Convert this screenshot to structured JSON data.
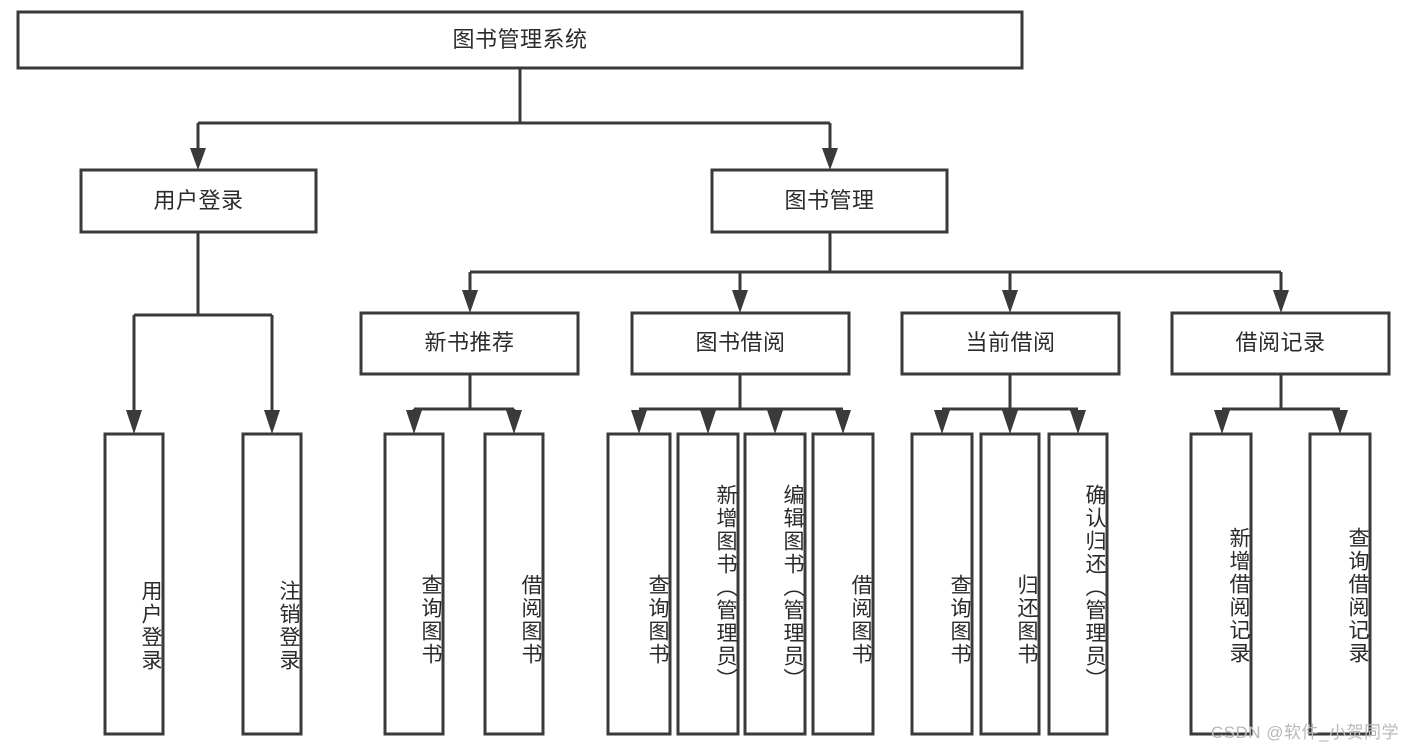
{
  "diagram": {
    "type": "tree-hierarchy",
    "title": "图书管理系统",
    "root": {
      "id": "root",
      "label": "图书管理系统",
      "orientation": "horizontal"
    },
    "level2": [
      {
        "id": "user-login",
        "label": "用户登录",
        "orientation": "horizontal"
      },
      {
        "id": "book-management",
        "label": "图书管理",
        "orientation": "horizontal"
      }
    ],
    "level3": [
      {
        "id": "new-book-recommend",
        "label": "新书推荐",
        "orientation": "horizontal",
        "parent": "book-management"
      },
      {
        "id": "book-borrow",
        "label": "图书借阅",
        "orientation": "horizontal",
        "parent": "book-management"
      },
      {
        "id": "current-borrow",
        "label": "当前借阅",
        "orientation": "horizontal",
        "parent": "book-management"
      },
      {
        "id": "borrow-record",
        "label": "借阅记录",
        "orientation": "horizontal",
        "parent": "book-management"
      }
    ],
    "leaves": [
      {
        "id": "leaf-user-login",
        "label": "用户登录",
        "orientation": "vertical",
        "parent": "user-login"
      },
      {
        "id": "leaf-user-logout",
        "label": "注销登录",
        "orientation": "vertical",
        "parent": "user-login"
      },
      {
        "id": "leaf-query-book-1",
        "label": "查询图书",
        "orientation": "vertical",
        "parent": "new-book-recommend"
      },
      {
        "id": "leaf-borrow-book-1",
        "label": "借阅图书",
        "orientation": "vertical",
        "parent": "new-book-recommend"
      },
      {
        "id": "leaf-query-book-2",
        "label": "查询图书",
        "orientation": "vertical",
        "parent": "book-borrow"
      },
      {
        "id": "leaf-add-book",
        "label": "新增图书（管理员）",
        "orientation": "vertical",
        "parent": "book-borrow"
      },
      {
        "id": "leaf-edit-book",
        "label": "编辑图书（管理员）",
        "orientation": "vertical",
        "parent": "book-borrow"
      },
      {
        "id": "leaf-borrow-book-2",
        "label": "借阅图书",
        "orientation": "vertical",
        "parent": "book-borrow"
      },
      {
        "id": "leaf-query-book-3",
        "label": "查询图书",
        "orientation": "vertical",
        "parent": "current-borrow"
      },
      {
        "id": "leaf-return-book",
        "label": "归还图书",
        "orientation": "vertical",
        "parent": "current-borrow"
      },
      {
        "id": "leaf-confirm-return",
        "label": "确认归还（管理员）",
        "orientation": "vertical",
        "parent": "current-borrow"
      },
      {
        "id": "leaf-add-record",
        "label": "新增借阅记录",
        "orientation": "vertical",
        "parent": "borrow-record"
      },
      {
        "id": "leaf-query-record",
        "label": "查询借阅记录",
        "orientation": "vertical",
        "parent": "borrow-record"
      }
    ]
  },
  "watermark": {
    "text": "CSDN @软件_小贺同学"
  },
  "colors": {
    "stroke": "#3a3a3a",
    "box_fill": "#ffffff",
    "text": "#2b2b2b",
    "watermark": "#b9b9b9",
    "background": "#ffffff"
  }
}
